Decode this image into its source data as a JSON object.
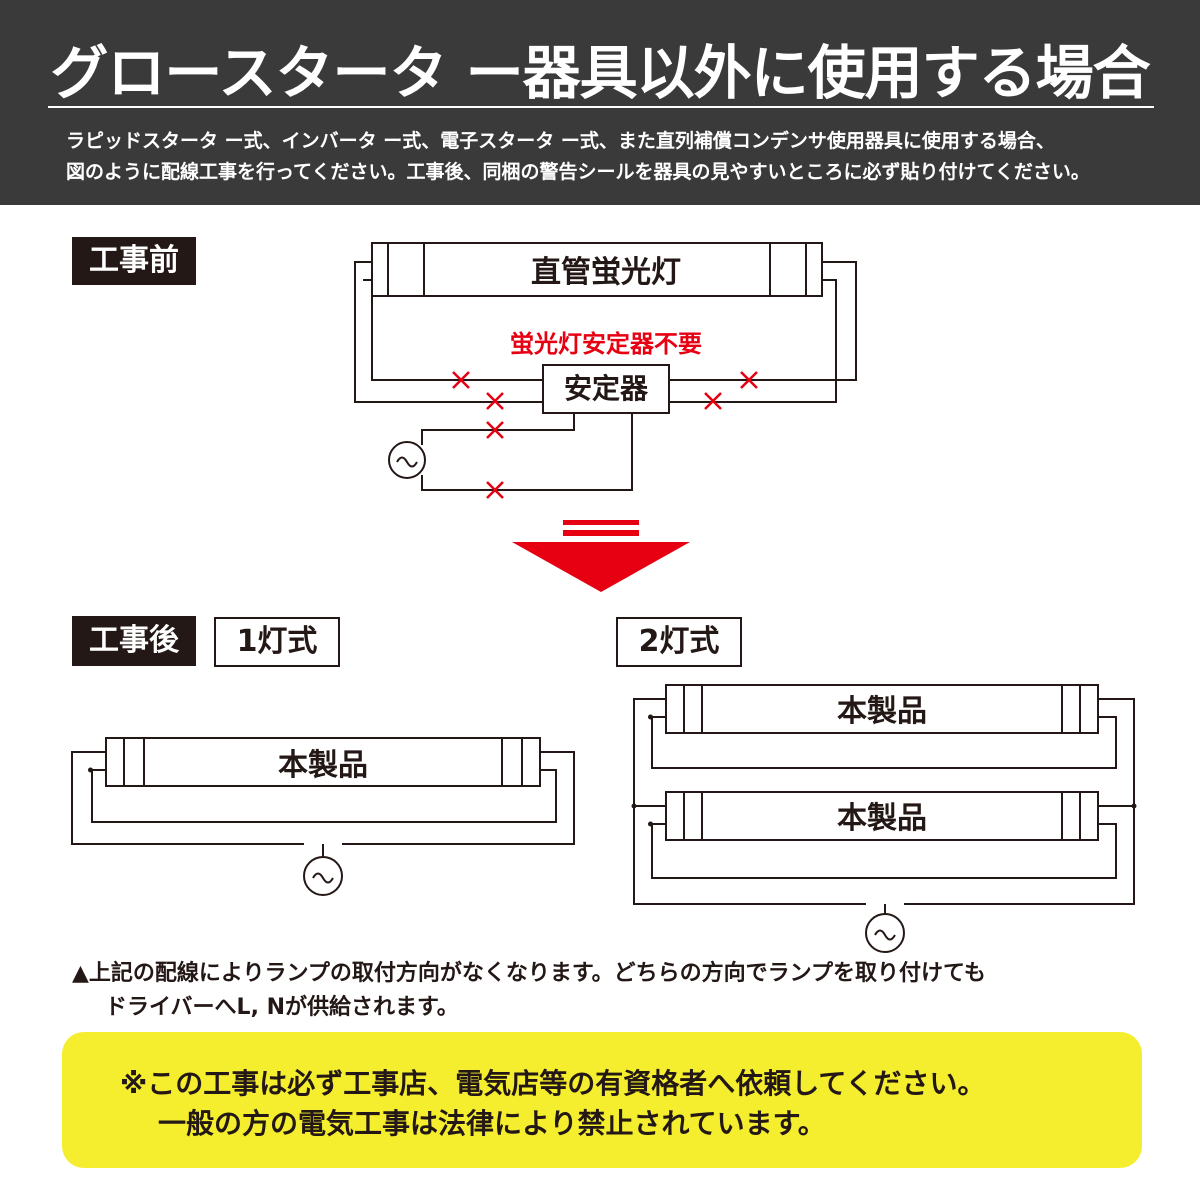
{
  "header": {
    "title": "グロースタータ ー器具以外に使用する場合",
    "description": [
      "ラピッドスタータ ー式、インバータ ー式、電子スタータ ー式、また直列補償コンデンサ使用器具に使用する場合、",
      "図のように配線工事を行ってください。工事後、同梱の警告シールを器具の見やすいところに必ず貼り付けてください。"
    ]
  },
  "before": {
    "label": "工事前",
    "tube_label": "直管蛍光灯",
    "note_red": "蛍光灯安定器不要",
    "ballast_label": "安定器"
  },
  "after": {
    "label": "工事後",
    "single_label": "1灯式",
    "double_label": "2灯式",
    "product_label": "本製品"
  },
  "note": {
    "lines": [
      "▲上記の配線によりランプの取付方向がなくなります。どちらの方向でランプを取り付けても",
      "ドライバーへL, Nが供給されます。"
    ]
  },
  "warning": {
    "lines": [
      "※この工事は必ず工事店、電気店等の有資格者へ依頼してください。",
      "一般の方の電気工事は法律により禁止されています。"
    ]
  },
  "colors": {
    "header_bg": "#3a3a3a",
    "accent_red": "#e60012",
    "warning_bg": "#f4ee2f",
    "line": "#231815"
  },
  "icons": {
    "ac_source": "ac-source-icon",
    "cut_mark": "cross-mark-icon",
    "arrow": "down-arrow-icon"
  }
}
